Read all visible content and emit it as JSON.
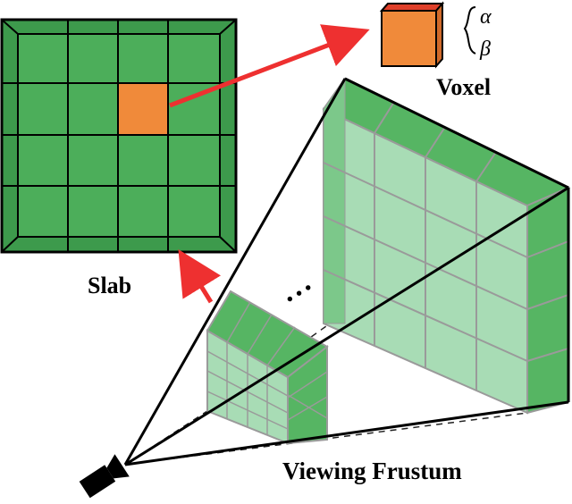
{
  "labels": {
    "slab": "Slab",
    "voxel": "Voxel",
    "frustum": "Viewing Frustum",
    "alpha": "α",
    "beta": "β",
    "ellipsis": "• • •"
  },
  "colors": {
    "green_dark": "#2e8b3e",
    "green_face": "#4cae5a",
    "green_side": "#5fbf6b",
    "green_light": "#9fd9ae",
    "grid_gray": "#b0b0b0",
    "orange": "#f08a3a",
    "orange_top": "#e0402a",
    "arrow_red": "#ee3030",
    "line": "#000000"
  }
}
